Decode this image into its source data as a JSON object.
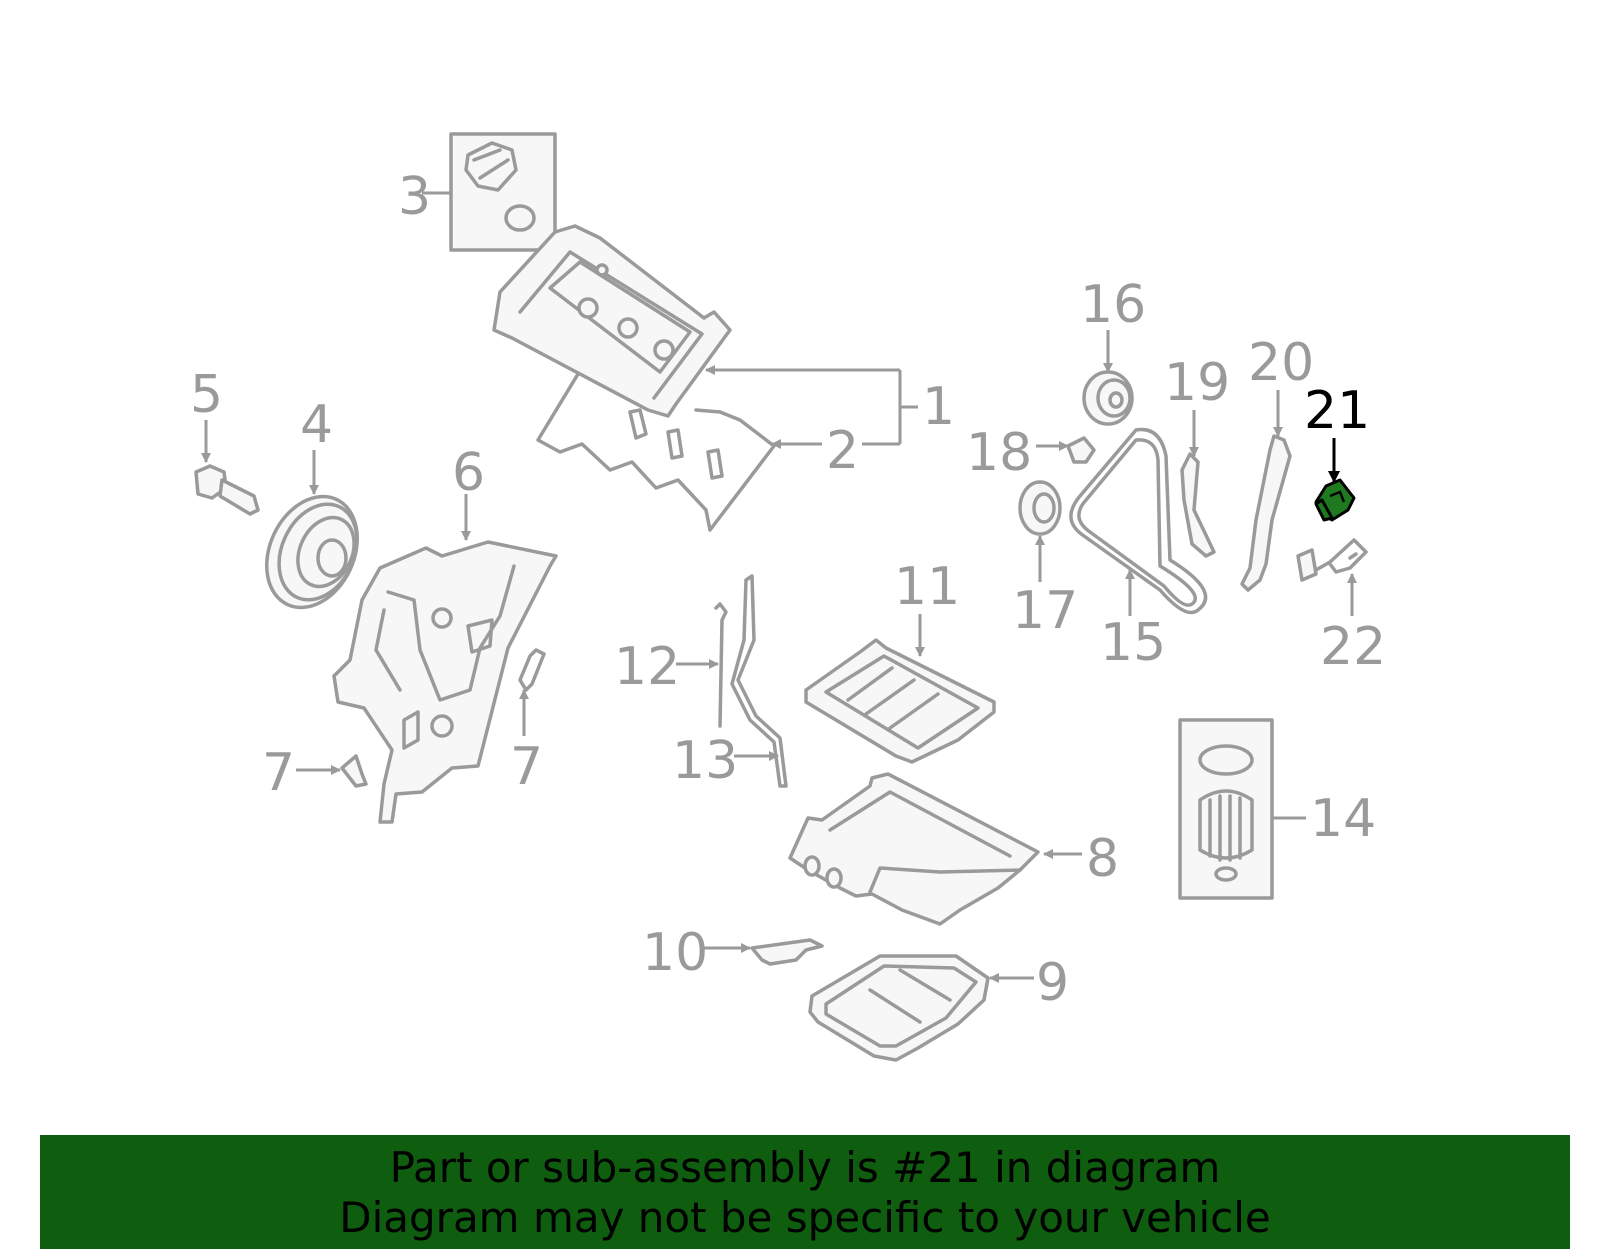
{
  "colors": {
    "line": "#9a9a9a",
    "highlight_fill": "#1f7a1f",
    "highlight_stroke": "#000000",
    "banner_bg": "#0f5e0f",
    "banner_text": "#000000"
  },
  "highlighted_part": "21",
  "callouts": {
    "c1": "1",
    "c2": "2",
    "c3": "3",
    "c4": "4",
    "c5": "5",
    "c6": "6",
    "c7a": "7",
    "c7b": "7",
    "c8": "8",
    "c9": "9",
    "c10": "10",
    "c11": "11",
    "c12": "12",
    "c13": "13",
    "c14": "14",
    "c15": "15",
    "c16": "16",
    "c17": "17",
    "c18": "18",
    "c19": "19",
    "c20": "20",
    "c21": "21",
    "c22": "22"
  },
  "banner": {
    "line1": "Part or sub-assembly is #21 in diagram",
    "line2": "Diagram may not be specific to your vehicle"
  }
}
